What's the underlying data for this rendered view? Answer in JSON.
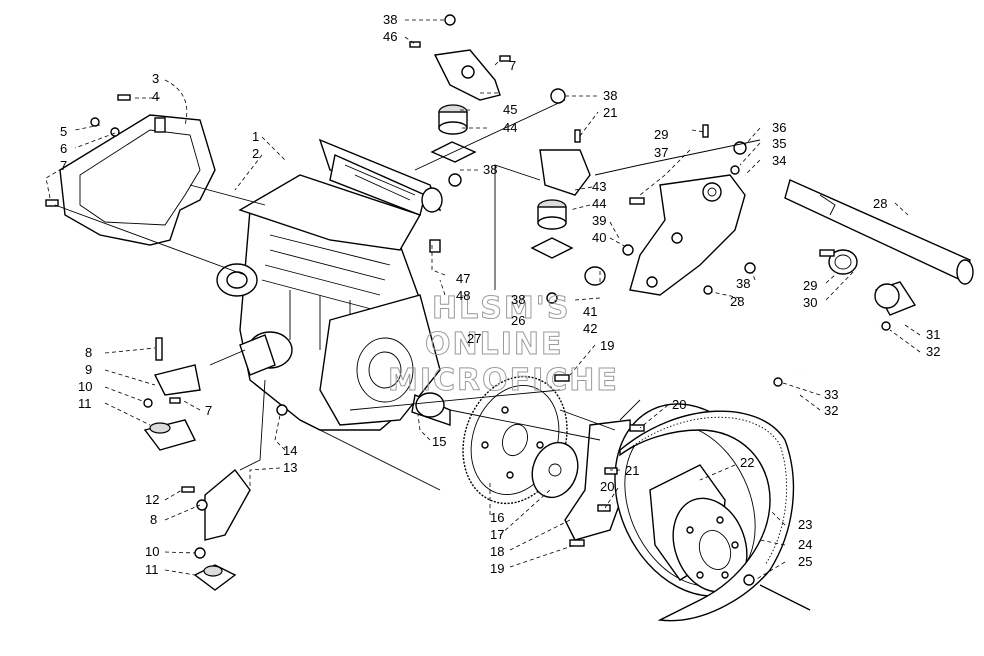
{
  "callouts": [
    {
      "id": "38a",
      "text": "38"
    },
    {
      "id": "46",
      "text": "46"
    },
    {
      "id": "7a",
      "text": "7"
    },
    {
      "id": "45",
      "text": "45"
    },
    {
      "id": "44a",
      "text": "44"
    },
    {
      "id": "38b",
      "text": "38"
    },
    {
      "id": "38c",
      "text": "38"
    },
    {
      "id": "21a",
      "text": "21"
    },
    {
      "id": "3",
      "text": "3"
    },
    {
      "id": "4",
      "text": "4"
    },
    {
      "id": "5",
      "text": "5"
    },
    {
      "id": "6",
      "text": "6"
    },
    {
      "id": "7b",
      "text": "7"
    },
    {
      "id": "1",
      "text": "1"
    },
    {
      "id": "2",
      "text": "2"
    },
    {
      "id": "43",
      "text": "43"
    },
    {
      "id": "44b",
      "text": "44"
    },
    {
      "id": "39",
      "text": "39"
    },
    {
      "id": "40",
      "text": "40"
    },
    {
      "id": "29a",
      "text": "29"
    },
    {
      "id": "37",
      "text": "37"
    },
    {
      "id": "36",
      "text": "36"
    },
    {
      "id": "35",
      "text": "35"
    },
    {
      "id": "34",
      "text": "34"
    },
    {
      "id": "28a",
      "text": "28"
    },
    {
      "id": "47",
      "text": "47"
    },
    {
      "id": "48",
      "text": "48"
    },
    {
      "id": "38d",
      "text": "38"
    },
    {
      "id": "26",
      "text": "26"
    },
    {
      "id": "27",
      "text": "27"
    },
    {
      "id": "41",
      "text": "41"
    },
    {
      "id": "42",
      "text": "42"
    },
    {
      "id": "38e",
      "text": "38"
    },
    {
      "id": "28b",
      "text": "28"
    },
    {
      "id": "29b",
      "text": "29"
    },
    {
      "id": "30",
      "text": "30"
    },
    {
      "id": "31",
      "text": "31"
    },
    {
      "id": "32a",
      "text": "32"
    },
    {
      "id": "19a",
      "text": "19"
    },
    {
      "id": "8a",
      "text": "8"
    },
    {
      "id": "9",
      "text": "9"
    },
    {
      "id": "10a",
      "text": "10"
    },
    {
      "id": "11a",
      "text": "11"
    },
    {
      "id": "7c",
      "text": "7"
    },
    {
      "id": "33",
      "text": "33"
    },
    {
      "id": "32b",
      "text": "32"
    },
    {
      "id": "20a",
      "text": "20"
    },
    {
      "id": "14",
      "text": "14"
    },
    {
      "id": "15",
      "text": "15"
    },
    {
      "id": "13",
      "text": "13"
    },
    {
      "id": "22",
      "text": "22"
    },
    {
      "id": "21b",
      "text": "21"
    },
    {
      "id": "20b",
      "text": "20"
    },
    {
      "id": "12",
      "text": "12"
    },
    {
      "id": "8b",
      "text": "8"
    },
    {
      "id": "16",
      "text": "16"
    },
    {
      "id": "17",
      "text": "17"
    },
    {
      "id": "18",
      "text": "18"
    },
    {
      "id": "19b",
      "text": "19"
    },
    {
      "id": "23",
      "text": "23"
    },
    {
      "id": "24",
      "text": "24"
    },
    {
      "id": "25",
      "text": "25"
    },
    {
      "id": "10b",
      "text": "10"
    },
    {
      "id": "11b",
      "text": "11"
    }
  ],
  "watermark": {
    "line1": "HLSM'S",
    "line2": "ONLINE",
    "line3": "MICROFICHE"
  }
}
